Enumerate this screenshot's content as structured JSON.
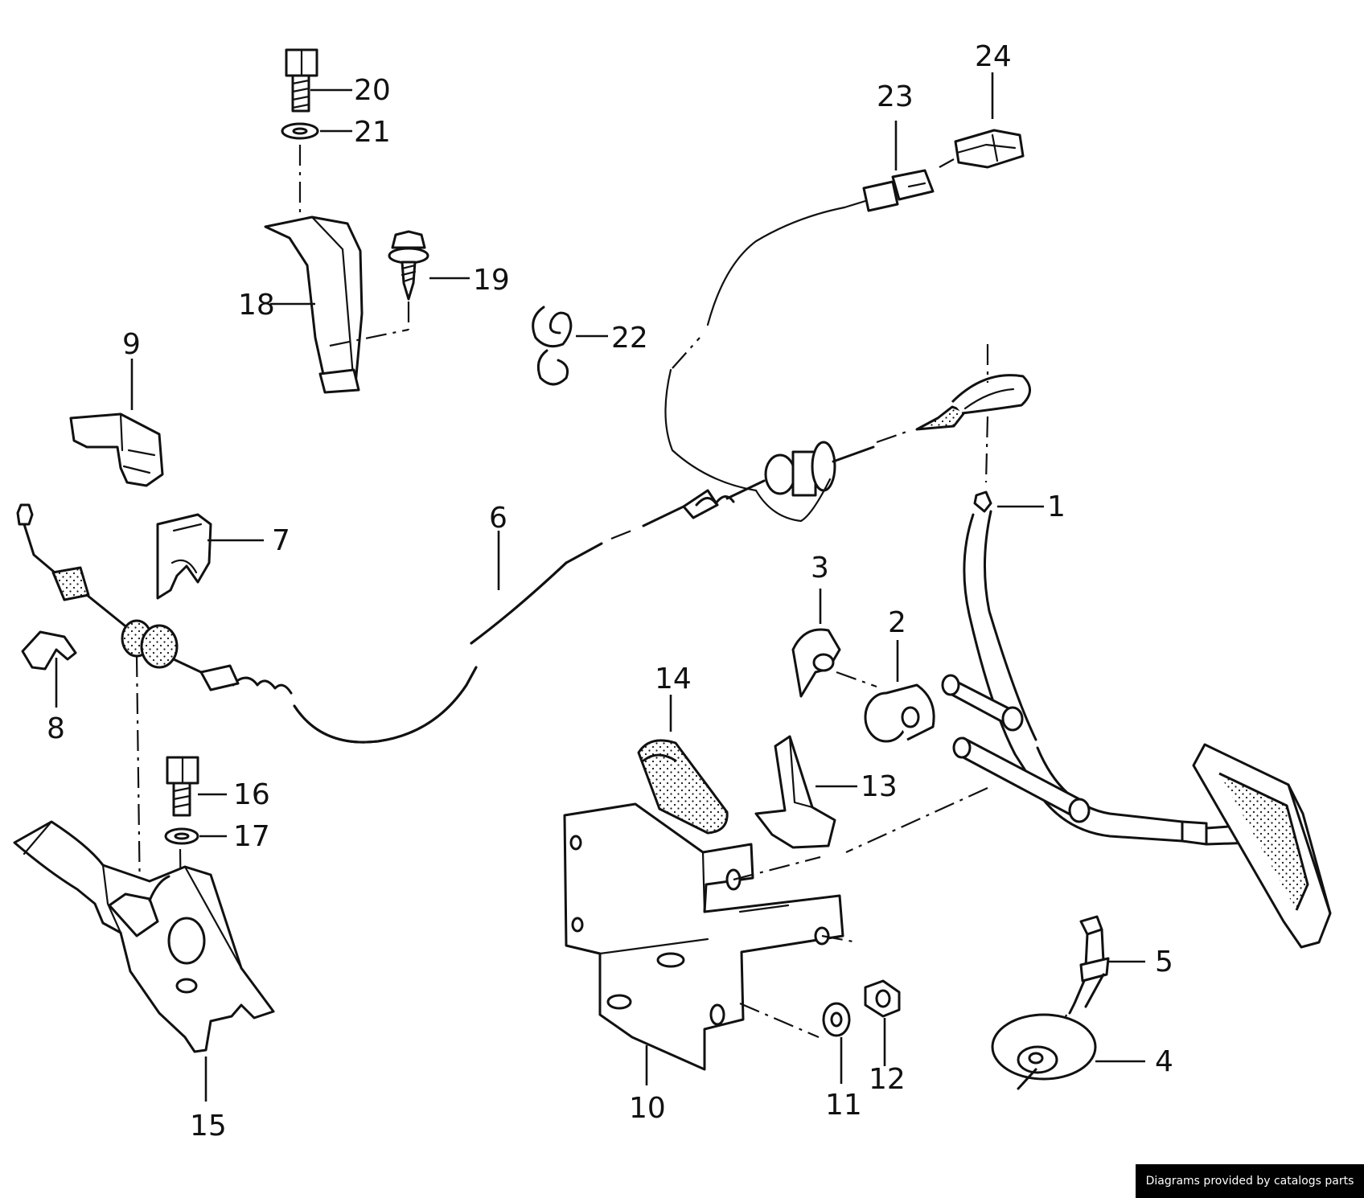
{
  "callouts": {
    "c1": "1",
    "c2": "2",
    "c3": "3",
    "c4": "4",
    "c5": "5",
    "c6": "6",
    "c7": "7",
    "c8": "8",
    "c9": "9",
    "c10": "10",
    "c11": "11",
    "c12": "12",
    "c13": "13",
    "c14": "14",
    "c15": "15",
    "c16": "16",
    "c17": "17",
    "c18": "18",
    "c19": "19",
    "c20": "20",
    "c21": "21",
    "c22": "22",
    "c23": "23",
    "c24": "24"
  },
  "watermark": "Diagrams provided by catalogs parts"
}
